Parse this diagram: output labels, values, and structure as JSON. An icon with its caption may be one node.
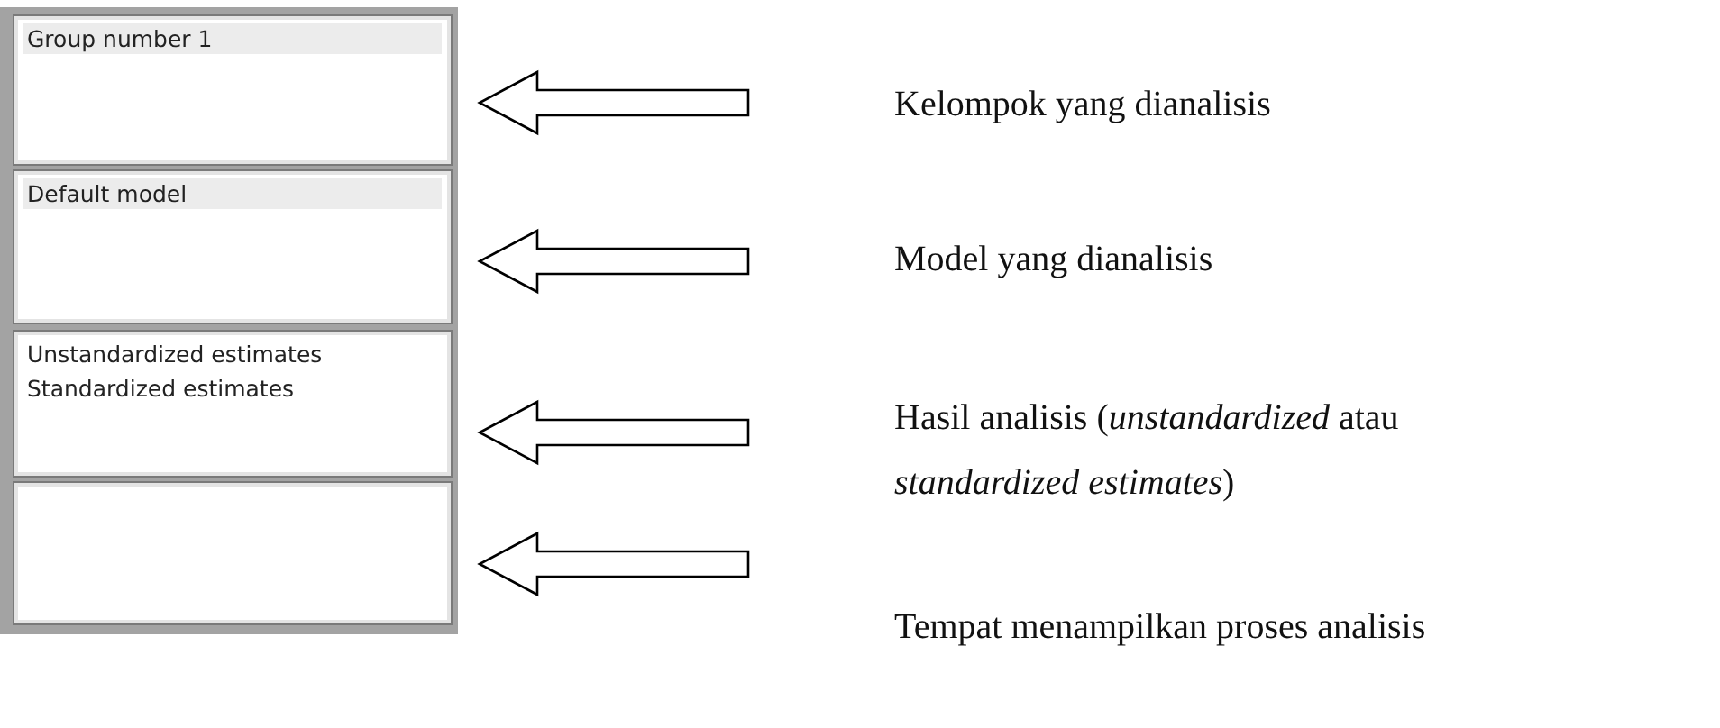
{
  "diagram": {
    "nodes": [
      {
        "text": [
          "Group number 1"
        ]
      },
      {
        "text": [
          "Default model"
        ]
      },
      {
        "text": [
          "Unstandardized estimates",
          "Standardized estimates"
        ]
      },
      {
        "text": [],
        "shape": "box"
      },
      {
        "text": [
          "Kelompok yang dianalisis"
        ]
      },
      {
        "text": [
          "Model yang dianalisis"
        ]
      },
      {
        "text": [
          "Hasil analisis (*unstandardized* atau *standardized estimates*)"
        ]
      },
      {
        "text": [
          "Tempat menampilkan proses analisis"
        ]
      }
    ],
    "edges": [
      {
        "from": 4,
        "to": 0,
        "arrow": "to"
      },
      {
        "from": 5,
        "to": 1,
        "arrow": "to"
      },
      {
        "from": 6,
        "to": 2,
        "arrow": "to"
      },
      {
        "from": 7,
        "to": 3,
        "arrow": "to"
      }
    ]
  }
}
